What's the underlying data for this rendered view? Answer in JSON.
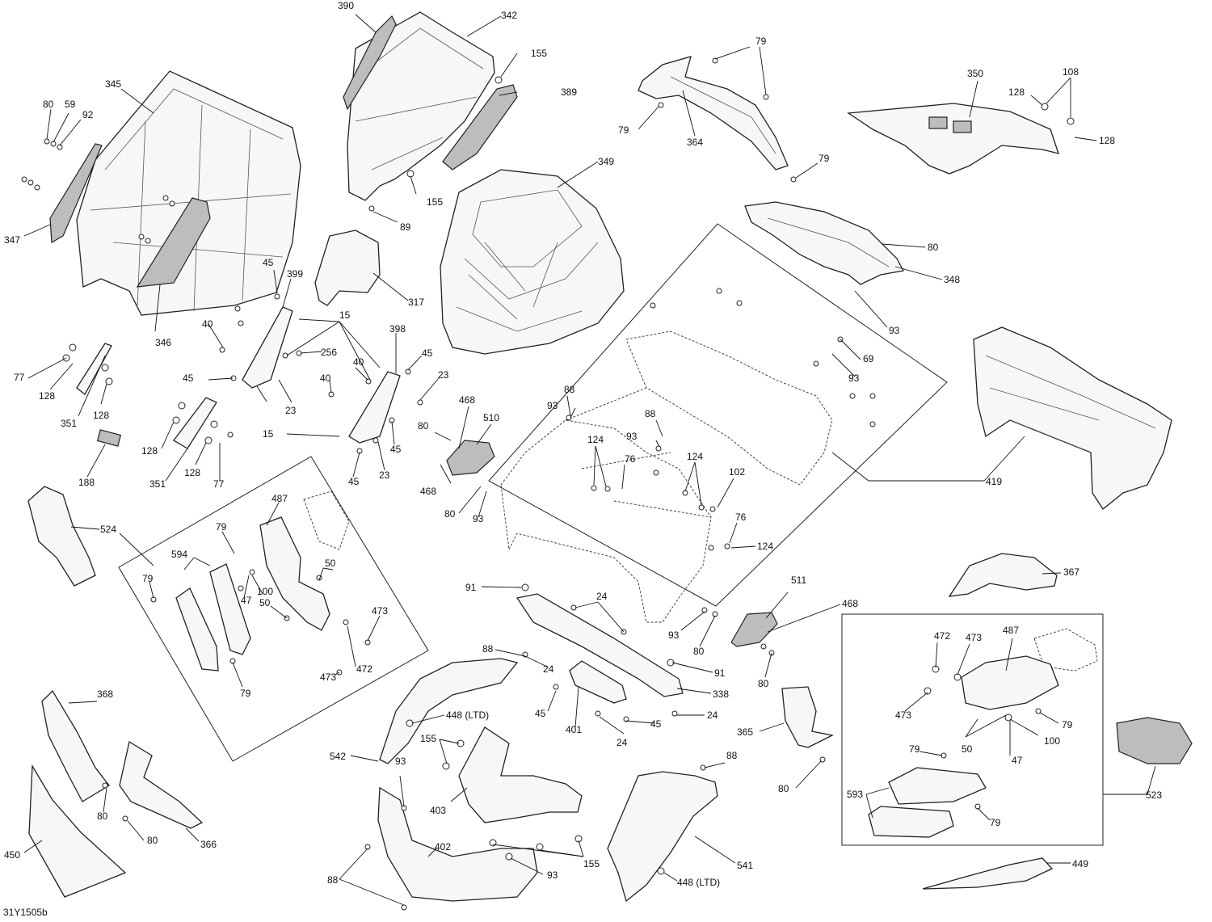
{
  "diagram_ref": "31Y1505b",
  "labels": {
    "p390": "390",
    "p342": "342",
    "p155a": "155",
    "p389": "389",
    "p155b": "155",
    "p89": "89",
    "p345": "345",
    "p80a": "80",
    "p59": "59",
    "p92": "92",
    "p347": "347",
    "p346": "346",
    "p79a": "79",
    "p79b": "79",
    "p364": "364",
    "p79c": "79",
    "p350": "350",
    "p128a": "128",
    "p108": "108",
    "p128b": "128",
    "p349": "349",
    "p317": "317",
    "p348": "348",
    "p80b": "80",
    "p93a": "93",
    "p69": "69",
    "p93b": "93",
    "p45a": "45",
    "p399": "399",
    "p40a": "40",
    "p15a": "15",
    "p256": "256",
    "p398": "398",
    "p45b": "45",
    "p40b": "40",
    "p23a": "23",
    "p45c": "45",
    "p23b": "23",
    "p40c": "40",
    "p15b": "15",
    "p45d": "45",
    "p23c": "23",
    "p45e": "45",
    "p77a": "77",
    "p128c": "128",
    "p128d": "128",
    "p351a": "351",
    "p188": "188",
    "p128e": "128",
    "p351b": "351",
    "p128f": "128",
    "p77b": "77",
    "p468a": "468",
    "p510": "510",
    "p93c": "93",
    "p88a": "88",
    "p80c": "80",
    "p468b": "468",
    "p80d": "80",
    "p93d": "93",
    "p124a": "124",
    "p93e": "93",
    "p88b": "88",
    "p76a": "76",
    "p124b": "124",
    "p102": "102",
    "p76b": "76",
    "p124c": "124",
    "p419": "419",
    "p524": "524",
    "p487a": "487",
    "p79d": "79",
    "p594": "594",
    "p79e": "79",
    "p47a": "47",
    "p100a": "100",
    "p50a": "50",
    "p50b": "50",
    "p473a": "473",
    "p473b": "473",
    "p472a": "472",
    "p79f": "79",
    "p91a": "91",
    "p24a": "24",
    "p511": "511",
    "p468c": "468",
    "p93f": "93",
    "p80e": "80",
    "p80f": "80",
    "p88c": "88",
    "p24b": "24",
    "p91b": "91",
    "p338": "338",
    "p45f": "45",
    "p401": "401",
    "p45g": "45",
    "p24c": "24",
    "p24d": "24",
    "p367": "367",
    "p472b": "472",
    "p473c": "473",
    "p487b": "487",
    "p473d": "473",
    "p79g": "79",
    "p50c": "50",
    "p100b": "100",
    "p79h": "79",
    "p47b": "47",
    "p593": "593",
    "p79i": "79",
    "p523": "523",
    "p368": "368",
    "p80g": "80",
    "p80h": "80",
    "p366": "366",
    "p450": "450",
    "p542": "542",
    "p448a": "448 (LTD)",
    "p155c": "155",
    "p93g": "93",
    "p403": "403",
    "p155d": "155",
    "p402": "402",
    "p93h": "93",
    "p88d": "88",
    "p365": "365",
    "p80i": "80",
    "p88e": "88",
    "p541": "541",
    "p448b": "448 (LTD)",
    "p449": "449"
  }
}
